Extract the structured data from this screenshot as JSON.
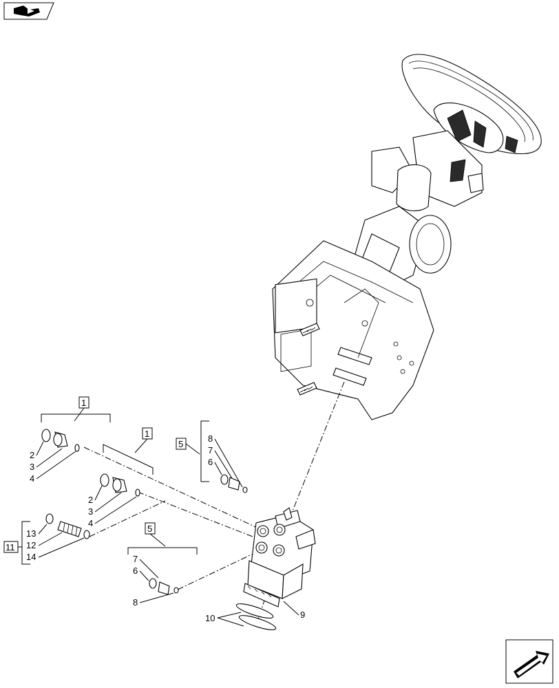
{
  "icons": {
    "top_left": "book-page-navigation-icon",
    "bottom_right": "next-page-arrow-icon"
  },
  "callouts": {
    "group1_a_box": "1",
    "group1_a_2": "2",
    "group1_a_3": "3",
    "group1_a_4": "4",
    "group1_b_box": "1",
    "group1_b_2": "2",
    "group1_b_3": "3",
    "group1_b_4": "4",
    "group5_a_box": "5",
    "group5_a_8": "8",
    "group5_a_7": "7",
    "group5_a_6": "6",
    "group5_b_box": "5",
    "group5_b_7": "7",
    "group5_b_6": "6",
    "group5_b_8": "8",
    "group11_box": "11",
    "group11_13": "13",
    "group11_12": "12",
    "group11_14": "14",
    "item9": "9",
    "item10": "10"
  }
}
